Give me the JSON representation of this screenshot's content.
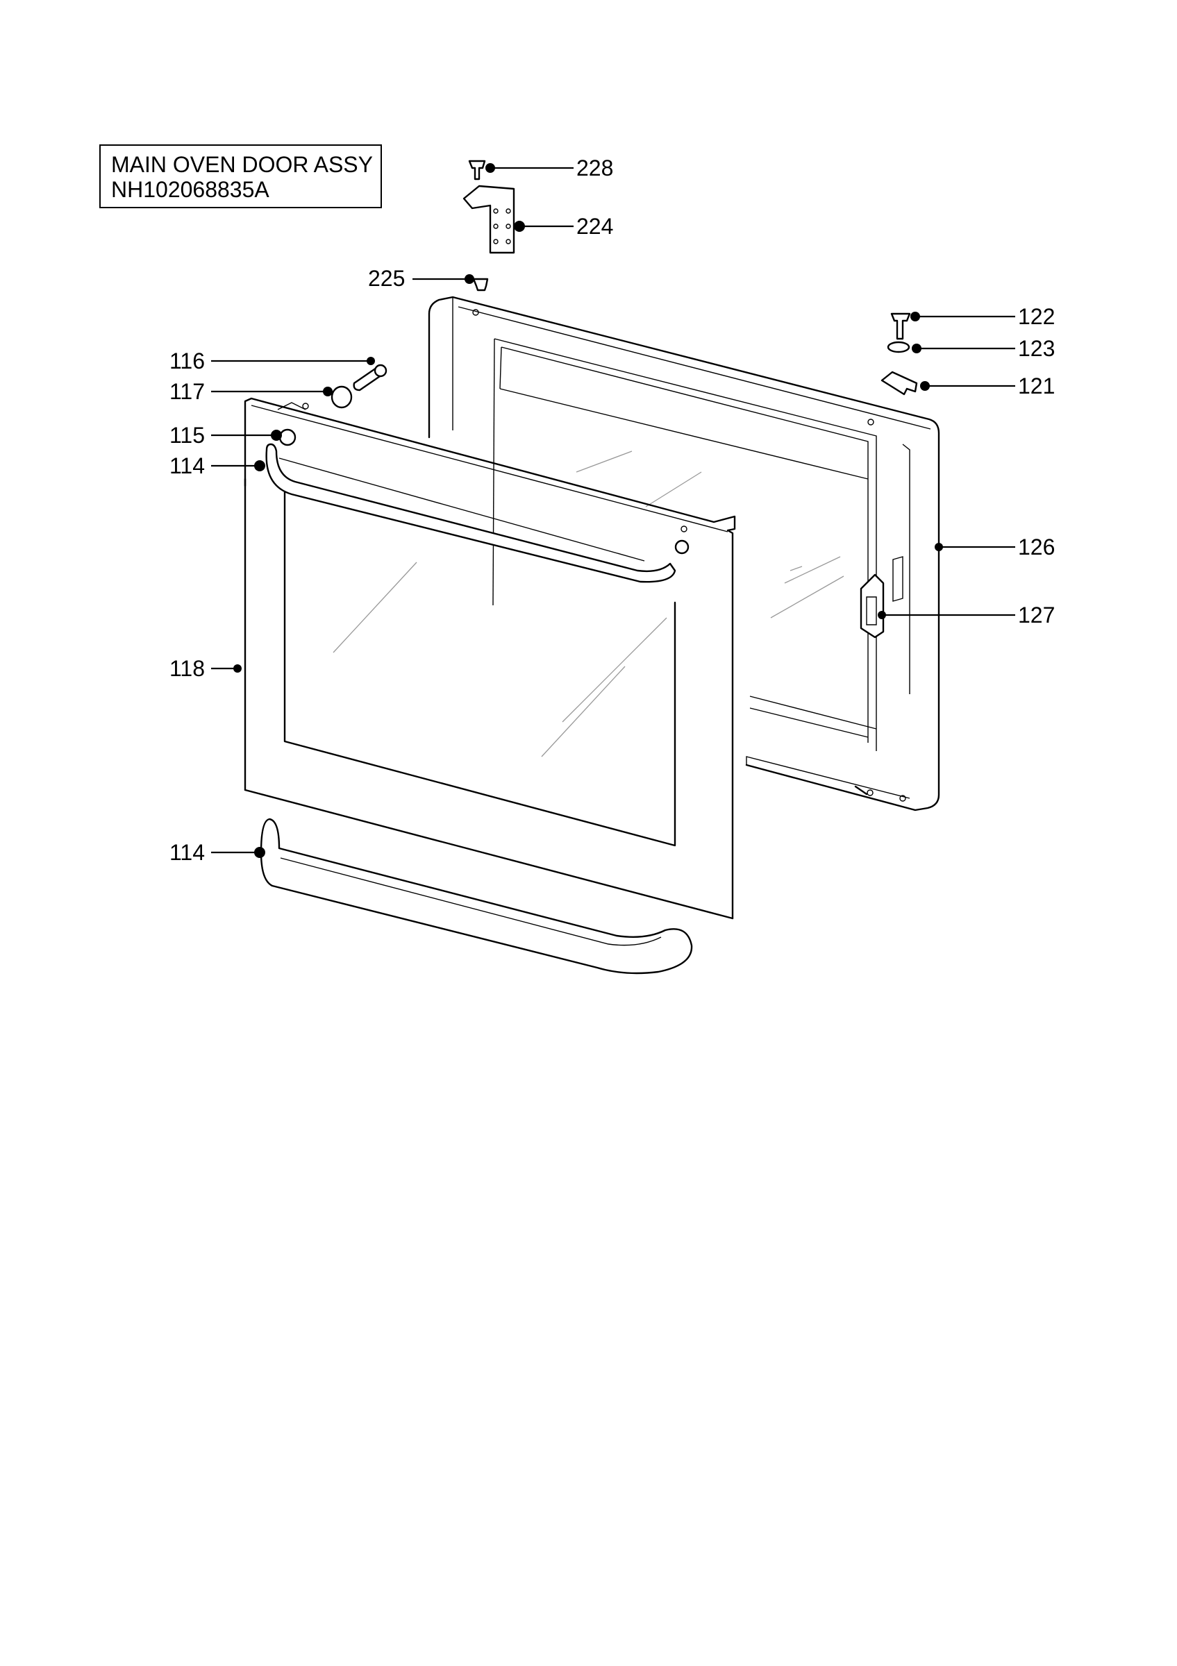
{
  "title": {
    "line1": "MAIN OVEN DOOR ASSY",
    "line2": "NH102068835A"
  },
  "callouts": {
    "c228": "228",
    "c224": "224",
    "c225": "225",
    "c122": "122",
    "c123": "123",
    "c121": "121",
    "c116": "116",
    "c117": "117",
    "c115": "115",
    "c114a": "114",
    "c126": "126",
    "c127": "127",
    "c118": "118",
    "c114b": "114"
  }
}
